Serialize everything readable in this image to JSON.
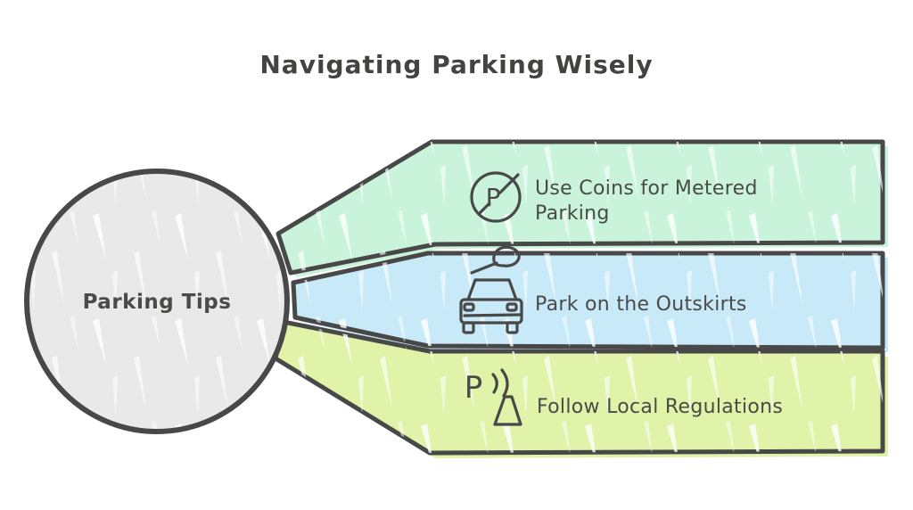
{
  "title": "Navigating Parking Wisely",
  "center_node": {
    "label": "Parking Tips"
  },
  "tips": [
    {
      "label": "Use Coins for Metered Parking",
      "lines": [
        "Use Coins for Metered",
        "Parking"
      ],
      "icon": "no-parking-sign-icon",
      "icon_letter": "P",
      "color": "#c9f4db"
    },
    {
      "label": "Park on the Outskirts",
      "lines": [
        "Park on the Outskirts"
      ],
      "icon": "eco-car-icon",
      "color": "#c8e9f7"
    },
    {
      "label": "Follow Local Regulations",
      "lines": [
        "Follow Local Regulations"
      ],
      "icon": "parking-signal-cone-icon",
      "icon_letter": "P",
      "color": "#e0f3a9"
    }
  ],
  "colors": {
    "background": "#ffffff",
    "outline": "#484848",
    "text": "#4a4a48",
    "center_fill": "#e9e9e9"
  }
}
